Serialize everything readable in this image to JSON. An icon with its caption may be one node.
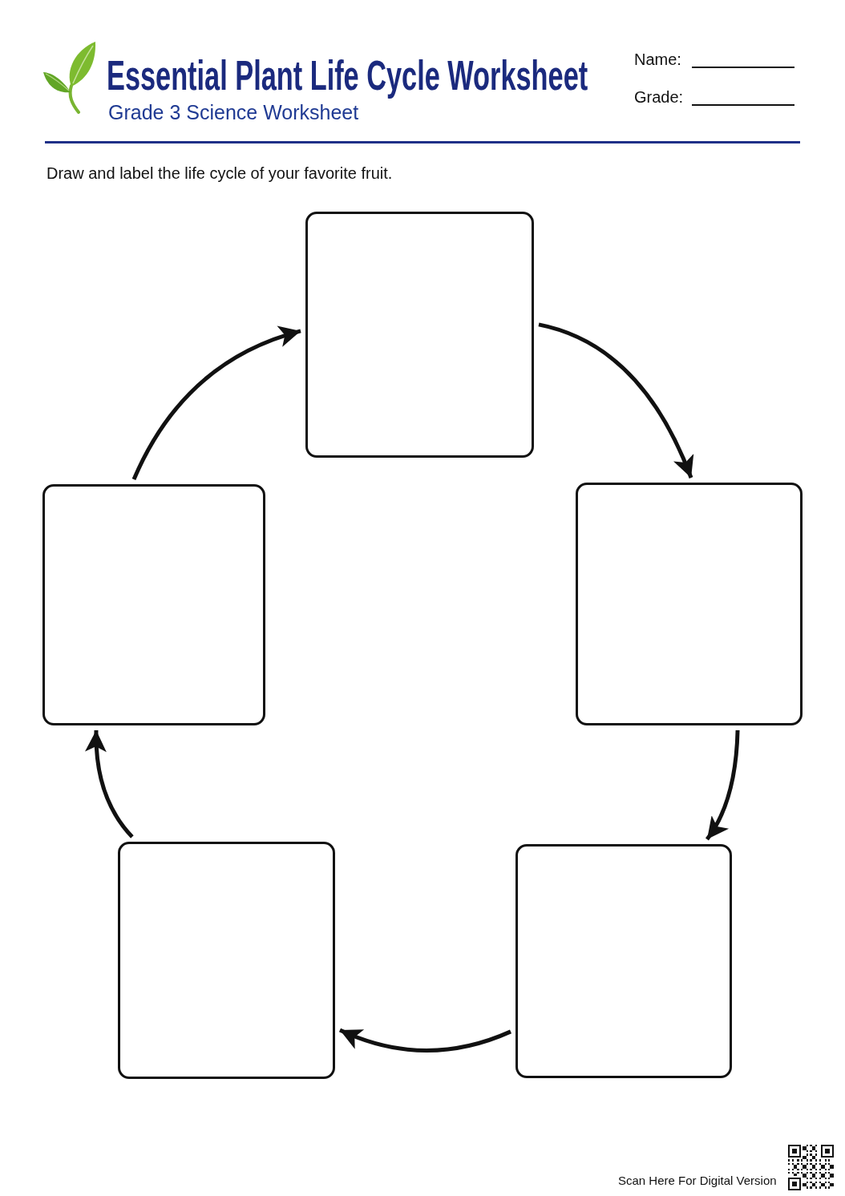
{
  "diagram": {
    "title": "Essential Plant Life Cycle Worksheet",
    "nodes": [
      {
        "text": [],
        "shape": "box"
      },
      {
        "text": [],
        "shape": "box"
      },
      {
        "text": [],
        "shape": "box"
      },
      {
        "text": [],
        "shape": "box"
      },
      {
        "text": [],
        "shape": "box"
      }
    ],
    "edges": [
      {
        "from": 0,
        "to": 2,
        "arrow": "to"
      },
      {
        "from": 2,
        "to": 4,
        "arrow": "to"
      },
      {
        "from": 4,
        "to": 3,
        "arrow": "to"
      },
      {
        "from": 3,
        "to": 1,
        "arrow": "to"
      },
      {
        "from": 1,
        "to": 0,
        "arrow": "to"
      }
    ],
    "labels": [
      "Grade 3 Science Worksheet",
      "Name:",
      "Grade:",
      "Draw and label the life cycle of your favorite fruit.",
      "Scan Here For Digital Version"
    ]
  }
}
